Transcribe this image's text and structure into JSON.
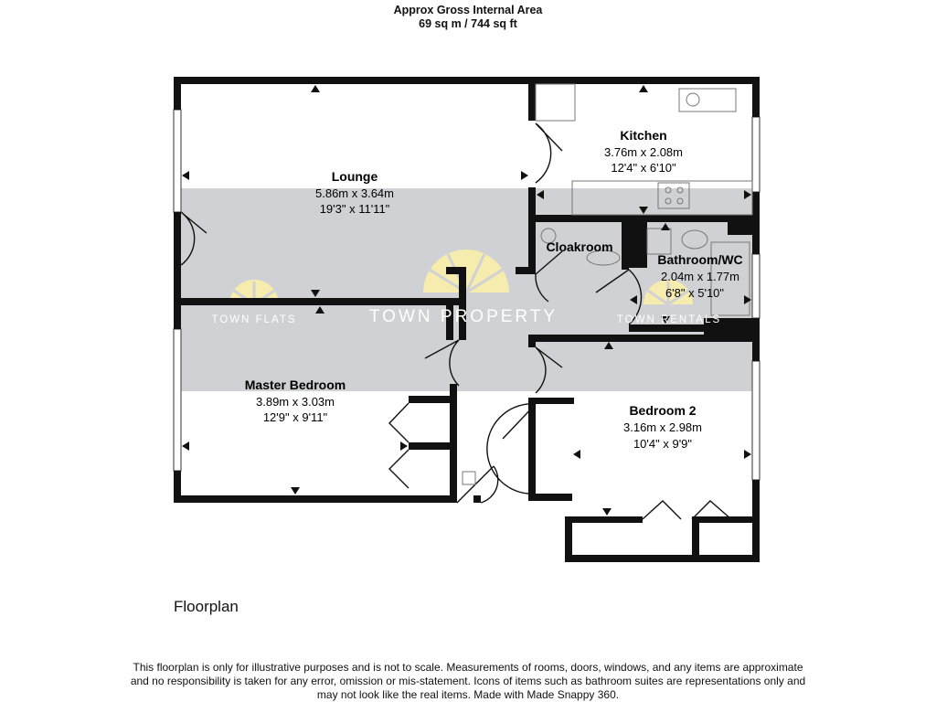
{
  "header": {
    "line1": "Approx Gross Internal Area",
    "line2": "69 sq m / 744 sq ft"
  },
  "rooms": {
    "lounge": {
      "name": "Lounge",
      "metric": "5.86m x 3.64m",
      "imperial": "19'3\" x 11'11\""
    },
    "kitchen": {
      "name": "Kitchen",
      "metric": "3.76m x 2.08m",
      "imperial": "12'4\" x 6'10\""
    },
    "cloakroom": {
      "name": "Cloakroom"
    },
    "bathroom": {
      "name": "Bathroom/WC",
      "metric": "2.04m x 1.77m",
      "imperial": "6'8\" x 5'10\""
    },
    "master_bedroom": {
      "name": "Master Bedroom",
      "metric": "3.89m x 3.03m",
      "imperial": "12'9\" x 9'11\""
    },
    "bedroom2": {
      "name": "Bedroom 2",
      "metric": "3.16m x 2.98m",
      "imperial": "10'4\" x 9'9\""
    }
  },
  "watermark": {
    "main": "TOWN PROPERTY",
    "left": "TOWN FLATS",
    "right": "TOWN RENTALS"
  },
  "colors": {
    "wall": "#111111",
    "band": "#cfd1d4",
    "sunburst": "#f5ecad",
    "watermark_text": "#ffffff"
  },
  "floor_label": "Floorplan",
  "disclaimer": [
    "This floorplan is only for illustrative purposes and is not to scale. Measurements of rooms, doors, windows, and any items are approximate",
    "and no responsibility is taken for any error, omission or mis-statement. Icons of items such as bathroom suites are representations only and",
    "may not look like the real items. Made with Made Snappy 360."
  ]
}
